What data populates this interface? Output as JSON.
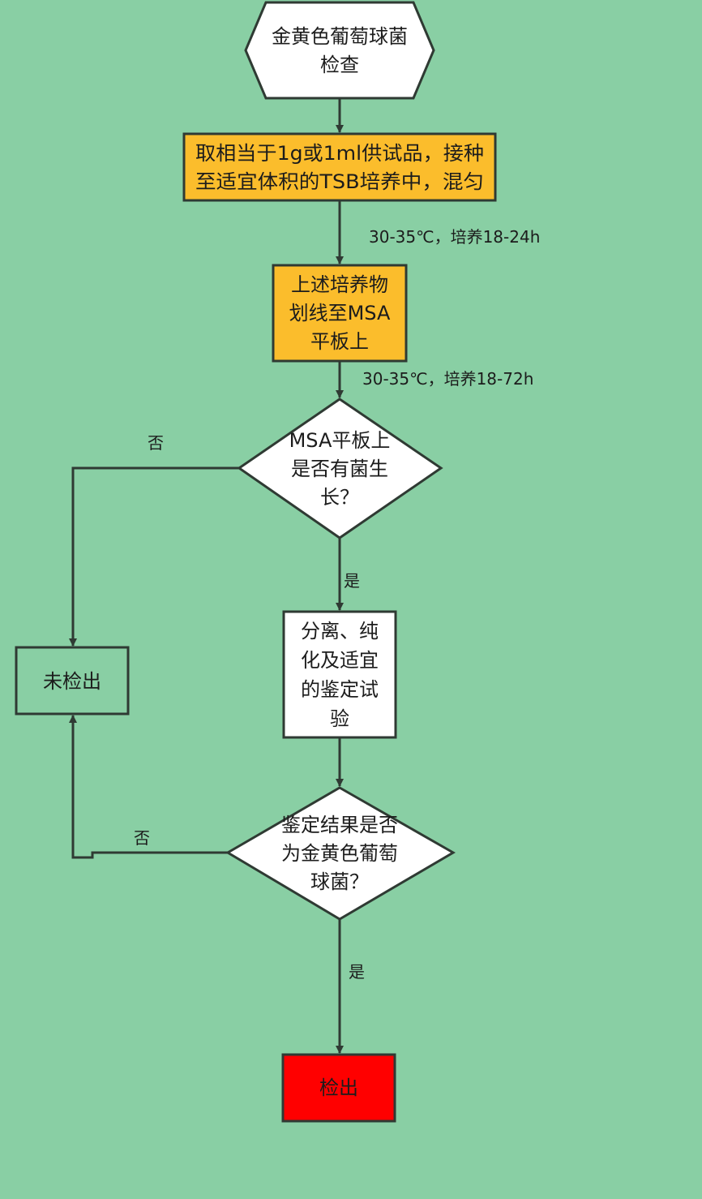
{
  "colors": {
    "background": "#89cfa4",
    "stroke": "#2f3a33",
    "white_fill": "#ffffff",
    "process_fill": "#fbbd2c",
    "positive_fill": "#ff0000"
  },
  "nodes": {
    "start": {
      "shape": "hexagon",
      "lines": [
        "金黄色葡萄球菌",
        "检查"
      ]
    },
    "inoculate": {
      "shape": "rectangle",
      "lines": [
        "取相当于1g或1ml供试品，接种",
        "至适宜体积的TSB培养中，混匀"
      ]
    },
    "streak": {
      "shape": "rectangle",
      "lines": [
        "上述培养物",
        "划线至MSA",
        "平板上"
      ]
    },
    "growth_check": {
      "shape": "diamond",
      "lines": [
        "MSA平板上",
        "是否有菌生",
        "长？"
      ]
    },
    "identify": {
      "shape": "rectangle",
      "lines": [
        "分离、纯",
        "化及适宜",
        "的鉴定试",
        "验"
      ]
    },
    "not_detected": {
      "shape": "rectangle",
      "lines": [
        "未检出"
      ]
    },
    "result_check": {
      "shape": "diamond",
      "lines": [
        "鉴定结果是否",
        "为金黄色葡萄",
        "球菌？"
      ]
    },
    "detected": {
      "shape": "rectangle",
      "lines": [
        "检出"
      ]
    }
  },
  "edges": {
    "culture1": "30-35℃，培养18-24h",
    "culture2": "30-35℃，培养18-72h",
    "growth_no": "否",
    "growth_yes": "是",
    "result_no": "否",
    "result_yes": "是"
  }
}
